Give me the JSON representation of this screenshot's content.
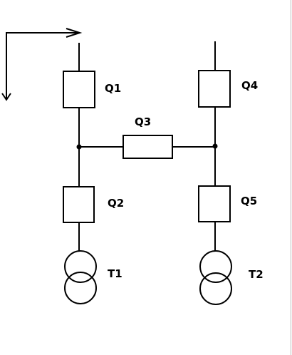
{
  "labels": {
    "q1": "Q1",
    "q2": "Q2",
    "q3": "Q3",
    "q4": "Q4",
    "q5": "Q5",
    "t1": "T1",
    "t2": "T2"
  },
  "colors": {
    "line": "#000000",
    "background": "#ffffff"
  }
}
